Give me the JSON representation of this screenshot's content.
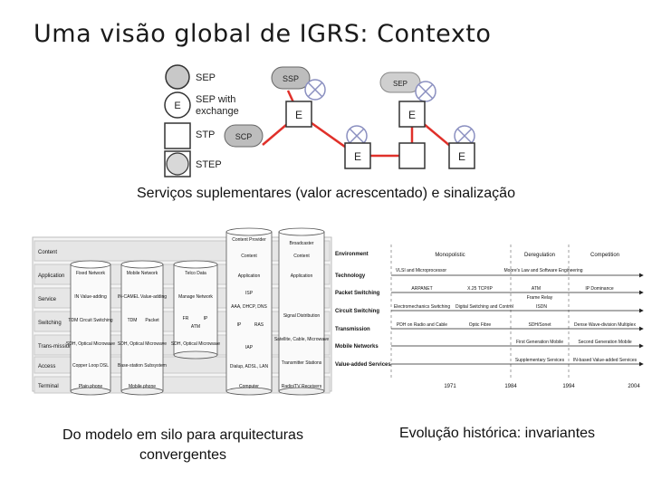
{
  "slide": {
    "title": "Uma visão global de IGRS: Contexto",
    "subtitle": "Serviços suplementares (valor acrescentado) e sinalização",
    "caption_left": "Do modelo em silo para arquitecturas convergentes",
    "caption_right": "Evolução histórica: invariantes"
  },
  "network_diagram": {
    "legend": [
      {
        "symbol": "SEP",
        "label": "SEP"
      },
      {
        "symbol": "E",
        "label": "SEP with exchange"
      },
      {
        "symbol": "",
        "label": "STP"
      },
      {
        "symbol": "",
        "label": "STEP"
      }
    ],
    "nodes": {
      "ssp": "SSP",
      "sep": "SEP",
      "scp": "SCP",
      "e1": "E",
      "e2": "E",
      "e3": "E",
      "e4": "E"
    },
    "accent_color": "#e0302a"
  },
  "silo_diagram": {
    "rows": [
      "Content",
      "Application",
      "Service",
      "Switching",
      "Trans-mission",
      "Access",
      "Terminal"
    ],
    "silo_fixed": [
      "Fixed Network",
      "IN Value-adding",
      "TDM Circuit Switching",
      "SDH, Optical Microwave",
      "Copper Loop DSL",
      "Plain phone"
    ],
    "silo_mobile": [
      "Mobile Network",
      "IN-CAMEL Value-adding",
      "TDM",
      "Packet",
      "SDH, Optical Microwave",
      "Base-station Subsystem",
      "Mobile phone"
    ],
    "silo_telco": [
      "Telco Data",
      "Manage Network",
      "FR",
      "IP",
      "ATM",
      "SDH, Optical Microwave"
    ],
    "silo_converged": [
      "Content Provider",
      "Content",
      "Application",
      "ISP",
      "AAA, DHCP, DNS",
      "IP",
      "RAS",
      "IAP",
      "Dialup, ADSL, LAN",
      "Computer"
    ],
    "silo_broadcast": [
      "Broadcaster",
      "Content",
      "Application",
      "Signal Distribution",
      "Satellite, Cable, Microwave",
      "Transmitter Stations",
      "Radio/TV Receivers"
    ]
  },
  "timeline": {
    "columns": [
      "Monopolistic",
      "Deregulation",
      "Competition"
    ],
    "rows": [
      {
        "label": "Environment",
        "items": []
      },
      {
        "label": "Technology",
        "items": [
          "VLSI and Microprocessor",
          "Moore's Law and Software Engineering"
        ]
      },
      {
        "label": "Packet Switching",
        "items": [
          "ARPANET",
          "X.25 TCP/IP",
          "ATM",
          "IP Dominance",
          "Frame Relay"
        ]
      },
      {
        "label": "Circuit Switching",
        "items": [
          "Electromechanics Switching",
          "Digital Switching and Control",
          "ISDN"
        ]
      },
      {
        "label": "Transmission",
        "items": [
          "PDH on Radio and Cable",
          "Optic Fibre",
          "SDH/Sonet",
          "Dense Wave-division Multiplex"
        ]
      },
      {
        "label": "Mobile Networks",
        "items": [
          "First Generation Mobile",
          "Second Generation Mobile"
        ]
      },
      {
        "label": "Value-added Services",
        "items": [
          "Supplementary Services",
          "IN-based Value-added Services"
        ]
      }
    ],
    "years": [
      "1971",
      "1984",
      "1994",
      "2004"
    ]
  }
}
